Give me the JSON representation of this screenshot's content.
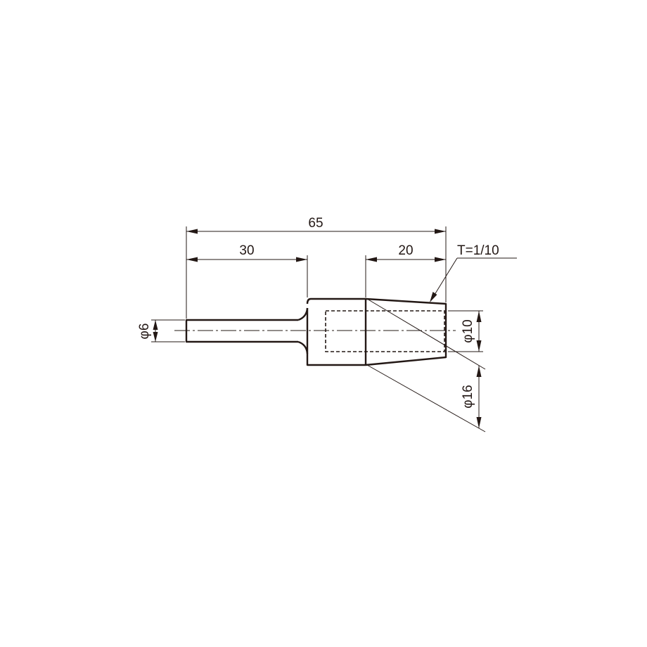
{
  "dimensions": {
    "overall_length": "65",
    "shank_length": "30",
    "taper_length": "20",
    "shank_diameter": "φ6",
    "bore_diameter": "φ10",
    "body_diameter": "φ16"
  },
  "notes": {
    "taper": "T=1/10"
  }
}
